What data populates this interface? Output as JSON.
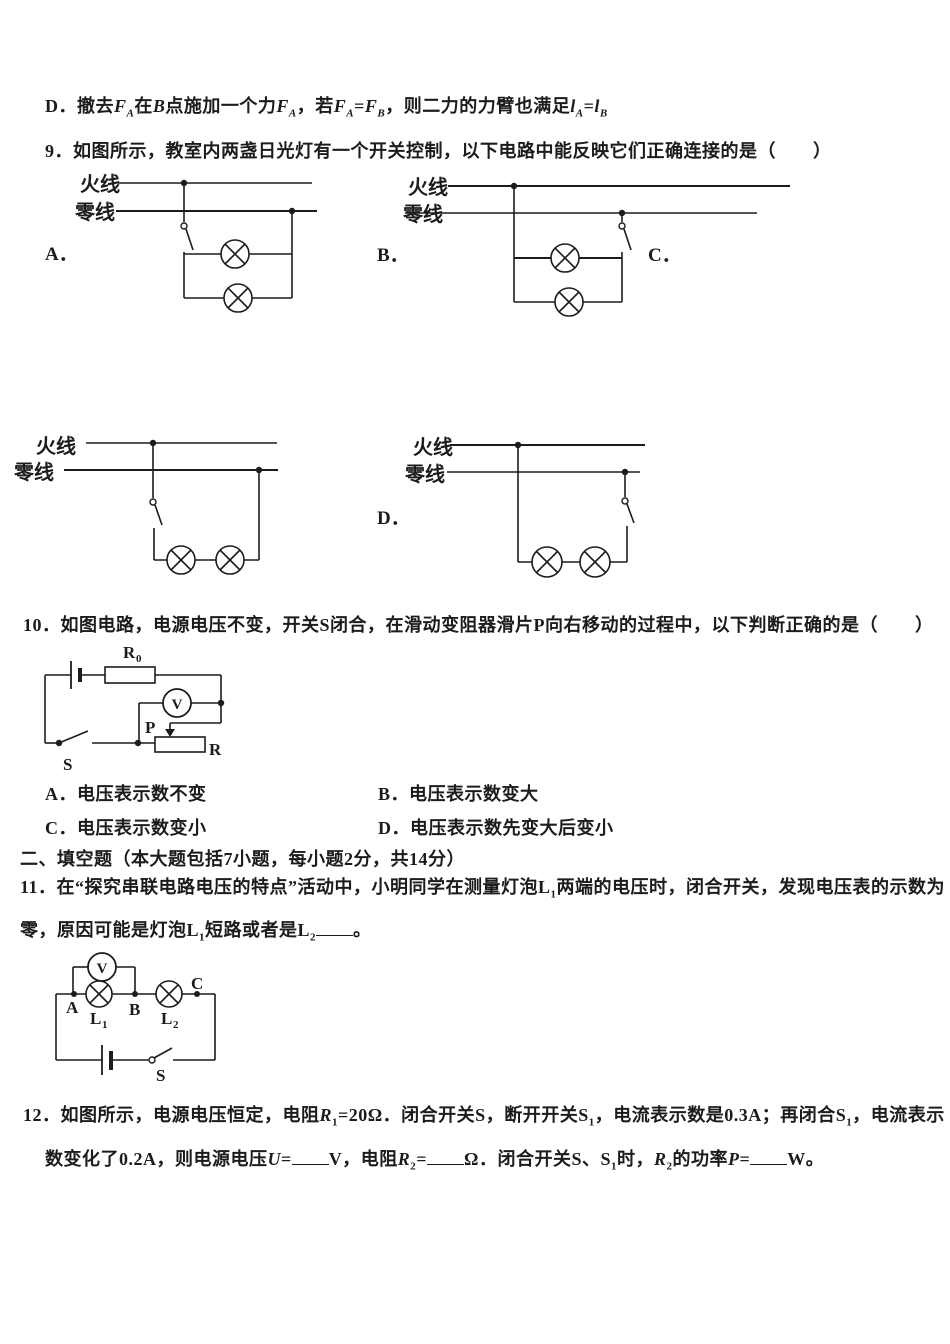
{
  "colors": {
    "ink": "#1c1c1c",
    "paper": "#ffffff"
  },
  "text": {
    "option_d": [
      {
        "k": "n",
        "t": "D．撤去"
      },
      {
        "k": "i",
        "t": "F"
      },
      {
        "k": "subi",
        "t": "A"
      },
      {
        "k": "n",
        "t": "在"
      },
      {
        "k": "i",
        "t": "B"
      },
      {
        "k": "n",
        "t": "点施加一个力"
      },
      {
        "k": "i",
        "t": "F"
      },
      {
        "k": "subi",
        "t": "A"
      },
      {
        "k": "n",
        "t": "，若"
      },
      {
        "k": "i",
        "t": "F"
      },
      {
        "k": "subi",
        "t": "A"
      },
      {
        "k": "n",
        "t": "="
      },
      {
        "k": "i",
        "t": "F"
      },
      {
        "k": "subi",
        "t": "B"
      },
      {
        "k": "n",
        "t": "，则二力的力臂也满足"
      },
      {
        "k": "i",
        "t": "l"
      },
      {
        "k": "subi",
        "t": "A"
      },
      {
        "k": "n",
        "t": "="
      },
      {
        "k": "i",
        "t": "l"
      },
      {
        "k": "subi",
        "t": "B"
      }
    ],
    "q9": "9．如图所示，教室内两盏日光灯有一个开关控制，以下电路中能反映它们正确连接的是（　　）",
    "q10": "10．如图电路，电源电压不变，开关S闭合，在滑动变阻器滑片P向右移动的过程中，以下判断正确的是（　　）",
    "opt_a": "A．电压表示数不变",
    "opt_b": "B．电压表示数变大",
    "opt_c": "C．电压表示数变小",
    "opt_d2": "D．电压表示数先变大后变小",
    "section2": "二、填空题（本大题包括7小题，每小题2分，共14分）",
    "q11_l1": [
      {
        "k": "n",
        "t": "11．在“探究串联电路电压的特点”活动中，小明同学在测量灯泡L"
      },
      {
        "k": "sub",
        "t": "1"
      },
      {
        "k": "n",
        "t": "两端的电压时，闭合开关，发现电压表的示数为"
      }
    ],
    "q11_l2": [
      {
        "k": "n",
        "t": "零，原因可能是灯泡L"
      },
      {
        "k": "sub",
        "t": "1"
      },
      {
        "k": "n",
        "t": "短路或者是L"
      },
      {
        "k": "sub",
        "t": "2"
      },
      {
        "k": "blank",
        "t": ""
      },
      {
        "k": "n",
        "t": "。"
      }
    ],
    "q12_l1": [
      {
        "k": "n",
        "t": "12．如图所示，电源电压恒定，电阻"
      },
      {
        "k": "i",
        "t": "R"
      },
      {
        "k": "sub",
        "t": "1"
      },
      {
        "k": "n",
        "t": "=20Ω．闭合开关S，断开开关S"
      },
      {
        "k": "sub",
        "t": "1"
      },
      {
        "k": "n",
        "t": "，电流表示数是0.3A；再闭合S"
      },
      {
        "k": "sub",
        "t": "1"
      },
      {
        "k": "n",
        "t": "，电流表示"
      }
    ],
    "q12_l2": [
      {
        "k": "n",
        "t": "数变化了0.2A，则电源电压"
      },
      {
        "k": "i",
        "t": "U"
      },
      {
        "k": "n",
        "t": "="
      },
      {
        "k": "blank",
        "t": ""
      },
      {
        "k": "n",
        "t": "V，电阻"
      },
      {
        "k": "i",
        "t": "R"
      },
      {
        "k": "sub",
        "t": "2"
      },
      {
        "k": "n",
        "t": "="
      },
      {
        "k": "blank",
        "t": ""
      },
      {
        "k": "n",
        "t": "Ω．闭合开关S、S"
      },
      {
        "k": "sub",
        "t": "1"
      },
      {
        "k": "n",
        "t": "时，"
      },
      {
        "k": "i",
        "t": "R"
      },
      {
        "k": "sub",
        "t": "2"
      },
      {
        "k": "n",
        "t": "的功率"
      },
      {
        "k": "i",
        "t": "P"
      },
      {
        "k": "n",
        "t": "="
      },
      {
        "k": "blank",
        "t": ""
      },
      {
        "k": "n",
        "t": "W。"
      }
    ]
  },
  "circuit": {
    "live": "火线",
    "neutral": "零线",
    "opt_a": "A．",
    "opt_b": "B．",
    "opt_c": "C．",
    "opt_d": "D．",
    "r0_main": "R",
    "r0_sub": "0",
    "voltmeter": "V",
    "slider_p": "P",
    "rheostat_r": "R",
    "switch_s": "S",
    "point_a": "A",
    "point_b": "B",
    "point_c": "C",
    "lamp_l": "L",
    "sub1": "1",
    "sub2": "2"
  }
}
